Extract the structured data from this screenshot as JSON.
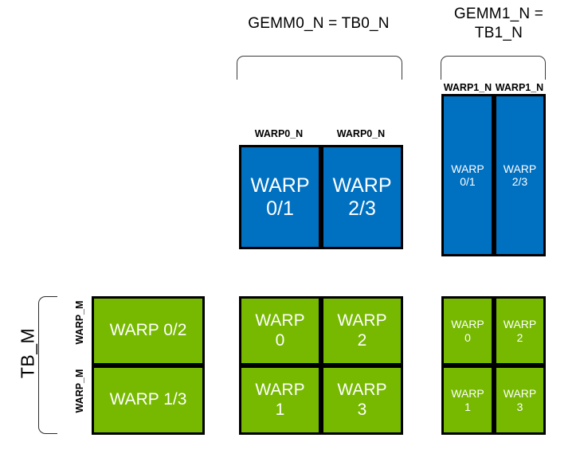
{
  "diagram": {
    "colors": {
      "blue": "#0070C0",
      "green": "#76B900",
      "border": "#000000",
      "bracket": "#3B3B3B",
      "text_on_block": "#FFFFFF",
      "background": "#FFFFFF"
    },
    "titles": {
      "gemm0": "GEMM0_N = TB0_N",
      "gemm1": "GEMM1_N =\nTB1_N"
    },
    "axis_labels": {
      "tb_m": "TB_M",
      "warp_m_top": "WARP_M",
      "warp_m_bottom": "WARP_M",
      "warp0_n_left": "WARP0_N",
      "warp0_n_right": "WARP0_N",
      "warp1_n_left": "WARP1_N",
      "warp1_n_right": "WARP1_N"
    },
    "blocks": {
      "blue_mid": [
        {
          "label": "WARP\n0/1",
          "color": "blue"
        },
        {
          "label": "WARP\n2/3",
          "color": "blue"
        }
      ],
      "blue_right": [
        {
          "label": "WARP\n0/1",
          "color": "blue"
        },
        {
          "label": "WARP\n2/3",
          "color": "blue"
        }
      ],
      "green_left": [
        {
          "label": "WARP 0/2",
          "color": "green"
        },
        {
          "label": "WARP 1/3",
          "color": "green"
        }
      ],
      "green_mid": [
        {
          "label": "WARP\n0",
          "color": "green"
        },
        {
          "label": "WARP\n2",
          "color": "green"
        },
        {
          "label": "WARP\n1",
          "color": "green"
        },
        {
          "label": "WARP\n3",
          "color": "green"
        }
      ],
      "green_right": [
        {
          "label": "WARP\n0",
          "color": "green"
        },
        {
          "label": "WARP\n2",
          "color": "green"
        },
        {
          "label": "WARP\n1",
          "color": "green"
        },
        {
          "label": "WARP\n3",
          "color": "green"
        }
      ]
    }
  }
}
